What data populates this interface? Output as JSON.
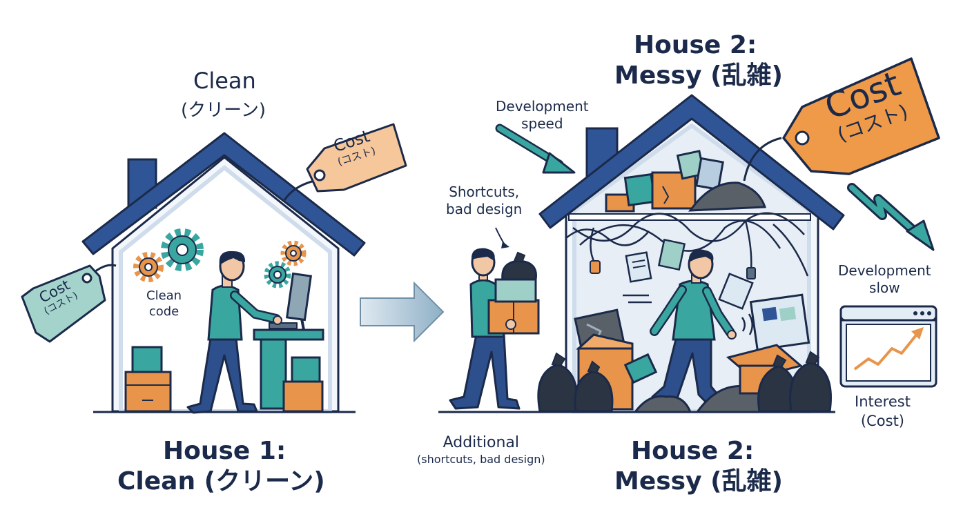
{
  "house1": {
    "top_title": "Clean",
    "top_subtitle": "(クリーン)",
    "bottom_line1": "House 1:",
    "bottom_line2": "Clean (クリーン)",
    "clean_code_line1": "Clean",
    "clean_code_line2": "code",
    "tag_roof": {
      "line1": "Cost",
      "line2": "(コスト)"
    },
    "tag_left": {
      "line1": "Cost",
      "line2": "(コスト)"
    }
  },
  "middle": {
    "shortcuts_line1": "Shortcuts,",
    "shortcuts_line2": "bad design",
    "additional_line1": "Additional",
    "additional_line2": "(shortcuts, bad design)"
  },
  "house2": {
    "top_line1": "House 2:",
    "top_line2": "Messy (乱雑)",
    "bottom_line1": "House 2:",
    "bottom_line2": "Messy (乱雑)",
    "dev_speed_line1": "Development",
    "dev_speed_line2": "speed",
    "tag_big": {
      "line1": "Cost",
      "line2": "(コスト)"
    }
  },
  "right": {
    "dev_slow_line1": "Development",
    "dev_slow_line2": "slow",
    "interest_line1": "Interest",
    "interest_line2": "(Cost)"
  },
  "colors": {
    "navy": "#1b2a4a",
    "roof_blue": "#2f5597",
    "teal": "#3aa6a0",
    "orange": "#e8944a",
    "pants_blue": "#2d4f8c",
    "tag_teal": "#a3d3cb",
    "tag_peach": "#f6c79a",
    "tag_orange": "#ef9a48"
  }
}
